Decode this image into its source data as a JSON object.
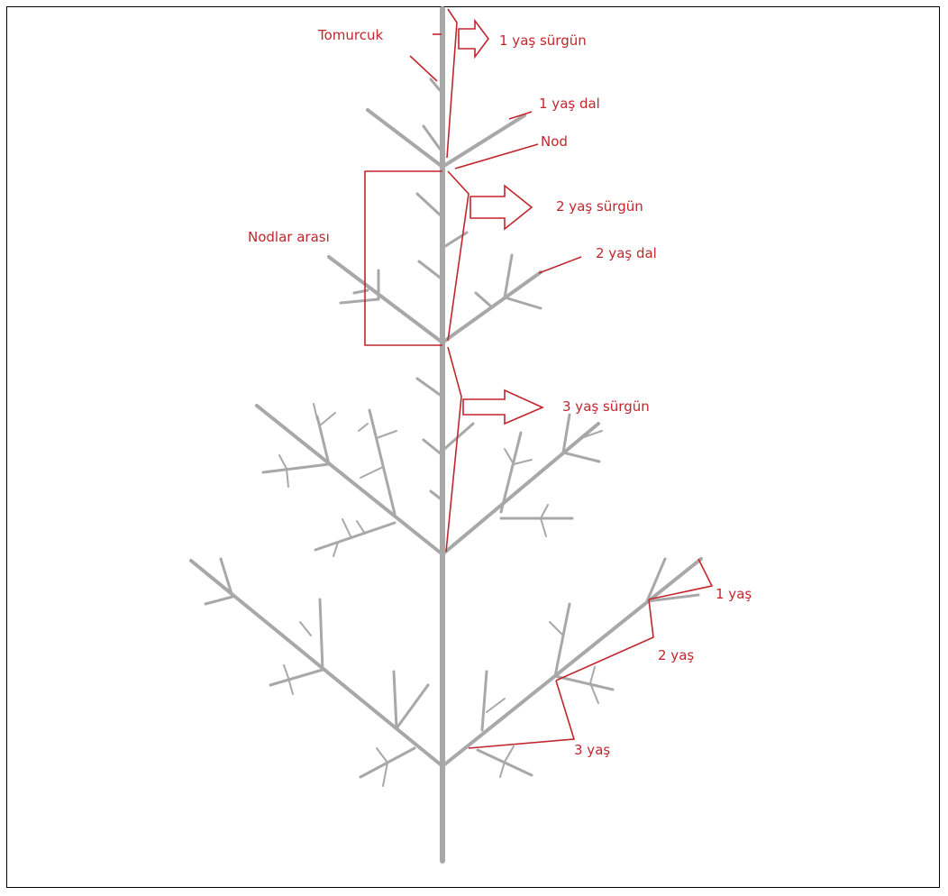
{
  "colors": {
    "annotation": "#c0272d",
    "branch": "#a8a8a8",
    "branch_dark": "#7f7f7f",
    "background": "#ffffff",
    "border": "#000000"
  },
  "labels": {
    "tomurcuk": "Tomurcuk",
    "shoot_1": "1 yaş sürgün",
    "branch_1": "1 yaş dal",
    "nod": "Nod",
    "nodlar_arasi": "Nodlar arası",
    "shoot_2": "2 yaş sürgün",
    "branch_2": "2 yaş dal",
    "shoot_3": "3 yaş sürgün",
    "age_1": "1 yaş",
    "age_2": "2 yaş",
    "age_3": "3  yaş"
  }
}
